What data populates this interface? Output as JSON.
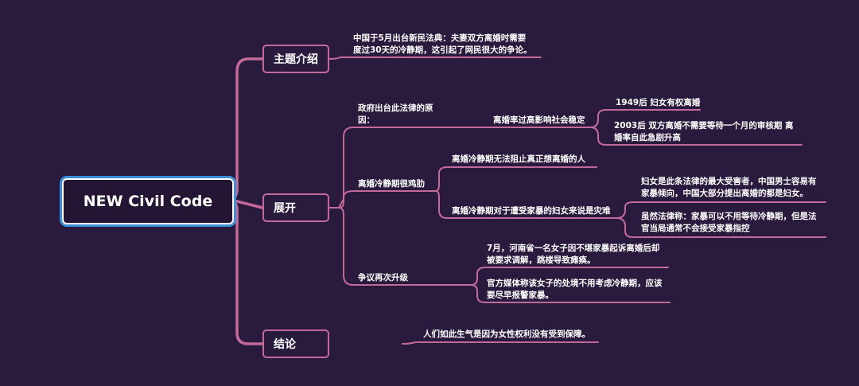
{
  "root": "NEW Civil Code",
  "topics": {
    "intro": "主题介绍",
    "expand": "展开",
    "conclusion": "结论"
  },
  "intro_text": [
    "中国于5月出台新民法典：夫妻双方离婚时需要",
    "度过30天的冷静期，这引起了网民很大的争论。"
  ],
  "reason": {
    "label": [
      "政府出台此法律的原",
      "因："
    ],
    "sub": "离婚率过高影响社会稳定",
    "details": [
      [
        "1949后 妇女有权离婚"
      ],
      [
        "2003后  双方离婚不需要等待一个月的审核期  离",
        "婚率自此急剧升高"
      ]
    ]
  },
  "chicken_rib": {
    "label": "离婚冷静期很鸡肋",
    "sub1": "离婚冷静期无法阻止真正想离婚的人",
    "sub2": "离婚冷静期对于遭受家暴的妇女来说是灾难",
    "details": [
      [
        "妇女是此条法律的最大受害者，中国男士容易有",
        "家暴倾向，中国大部分提出离婚的都是妇女。"
      ],
      [
        "虽然法律称：家暴可以不用等待冷静期，但是法",
        "官当局通常不会接受家暴指控"
      ]
    ]
  },
  "escalate": {
    "label": "争议再次升级",
    "details": [
      [
        "7月，河南省一名女子因不堪家暴起诉离婚后却",
        "被要求调解，跳楼导致瘫痪。"
      ],
      [
        "官方媒体称该女子的处境不用考虑冷静期，应该",
        "要尽早报警家暴。"
      ]
    ]
  },
  "conclusion_text": "人们如此生气是因为女性权利没有受到保障。",
  "colors": {
    "background": "#2a1a3e",
    "branch": "#c46a9a",
    "root_glow": "#3f8fd8",
    "text": "#ffffff"
  }
}
